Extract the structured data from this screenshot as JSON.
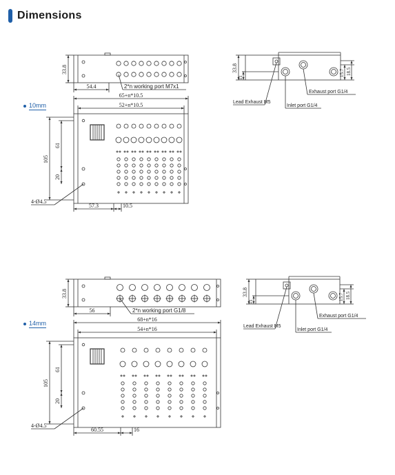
{
  "header": {
    "title": "Dimensions"
  },
  "sections": [
    {
      "label": "10mm",
      "dims": {
        "top_height": "33.8",
        "top_width": "54.4",
        "working_port": "2*n working port M7x1",
        "overall_length": "65+n*10.5",
        "pitch_length": "52+n*10.5",
        "height_61": "61",
        "height_105": "105",
        "height_20": "20",
        "holes": "4-Ø4.5",
        "offset": "57.3",
        "pitch": "10.5",
        "side_height": "33.8",
        "side_11": "11",
        "side_15_7": "15.7",
        "side_18_5": "18.5",
        "lead_exhaust": "Lead Exhaust M5",
        "inlet_port": "Inlet port G1/4",
        "exhaust_port": "Exhaust port G1/4"
      }
    },
    {
      "label": "14mm",
      "dims": {
        "top_height": "33.8",
        "top_width": "56",
        "working_port": "2*n working port G1/8",
        "overall_length": "68+n*16",
        "pitch_length": "54+n*16",
        "height_61": "61",
        "height_105": "105",
        "height_20": "20",
        "holes": "4-Ø4.5",
        "offset": "60.55",
        "pitch": "16",
        "side_height": "33.8",
        "side_11": "11",
        "side_15_7": "15.7",
        "side_18_5": "18.5",
        "lead_exhaust": "Lead Exhaust M5",
        "inlet_port": "Inlet port G1/4",
        "exhaust_port": "Exhaust port G1/4"
      }
    }
  ]
}
